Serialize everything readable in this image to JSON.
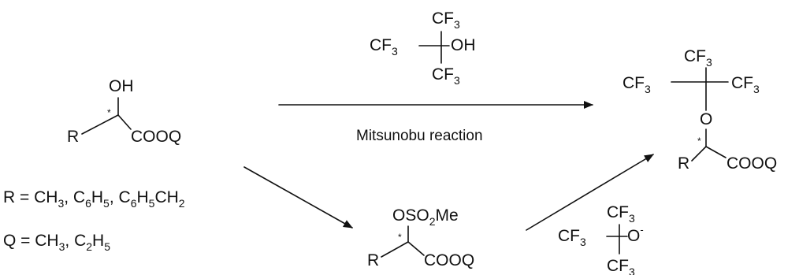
{
  "reagent_top": {
    "cf3_top": {
      "base": "CF",
      "sub": "3"
    },
    "cf3_left": {
      "base": "CF",
      "sub": "3"
    },
    "oh": "OH",
    "cf3_bottom": {
      "base": "CF",
      "sub": "3"
    }
  },
  "condition_top": "Mitsunobu reaction",
  "starting_material": {
    "oh": "OH",
    "r": "R",
    "cooq": "COOQ",
    "star": "*"
  },
  "definitions": {
    "r_prefix": "R = CH",
    "r_sub1": "3",
    "r_mid1": ", C",
    "r_sub2": "6",
    "r_mid2": "H",
    "r_sub3": "5",
    "r_mid3": ", C",
    "r_sub4": "6",
    "r_mid4": "H",
    "r_sub5": "5",
    "r_mid5": "CH",
    "r_sub6": "2",
    "q_prefix": "Q = CH",
    "q_sub1": "3",
    "q_mid1": ", C",
    "q_sub2": "2",
    "q_mid2": "H",
    "q_sub3": "5"
  },
  "mesylate": {
    "oso": "OSO",
    "sub": "2",
    "me": "Me",
    "r": "R",
    "cooq": "COOQ",
    "star": "*"
  },
  "reagent_bottom": {
    "cf3_top": {
      "base": "CF",
      "sub": "3"
    },
    "cf3_left": {
      "base": "CF",
      "sub": "3"
    },
    "o": "O",
    "charge": "-",
    "cf3_bottom": {
      "base": "CF",
      "sub": "3"
    }
  },
  "product": {
    "cf3_top": {
      "base": "CF",
      "sub": "3"
    },
    "cf3_left": {
      "base": "CF",
      "sub": "3"
    },
    "cf3_right": {
      "base": "CF",
      "sub": "3"
    },
    "o": "O",
    "r": "R",
    "cooq": "COOQ",
    "star": "*"
  }
}
